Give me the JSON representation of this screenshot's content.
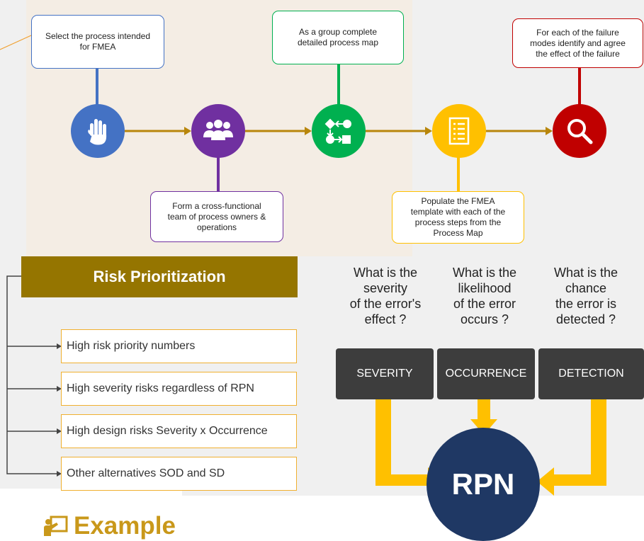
{
  "process_steps": [
    {
      "text": "Select the process intended\nfor FMEA",
      "color": "#4472c4",
      "icon": "hand-icon"
    },
    {
      "text": "Form a cross-functional\nteam of process owners &\noperations",
      "color": "#7030a0",
      "icon": "team-icon"
    },
    {
      "text": "As a group complete\ndetailed process map",
      "color": "#00b050",
      "icon": "process-map-icon"
    },
    {
      "text": "Populate the FMEA\ntemplate with each of the\nprocess steps from the\nProcess Map",
      "color": "#ffc000",
      "icon": "list-document-icon"
    },
    {
      "text": "For each of the failure\nmodes identify and agree\nthe effect of the failure",
      "color": "#c00000",
      "icon": "magnifier-icon"
    }
  ],
  "risk_prioritization": {
    "title": "Risk Prioritization",
    "items": [
      "High risk priority numbers",
      "High severity risks regardless of RPN",
      "High design risks Severity x Occurrence",
      "Other alternatives SOD and SD"
    ]
  },
  "rpn_diagram": {
    "questions": [
      "What is the\nseverity\nof the error's\neffect ?",
      "What is the\nlikelihood\nof the error\noccurs ?",
      "What is the\nchance\nthe error is\ndetected ?"
    ],
    "factors": [
      "SEVERITY",
      "OCCURRENCE",
      "DETECTION"
    ],
    "result": "RPN",
    "arrow_color": "#ffc000"
  },
  "footer": {
    "label": "Example",
    "icon": "presentation-icon"
  }
}
